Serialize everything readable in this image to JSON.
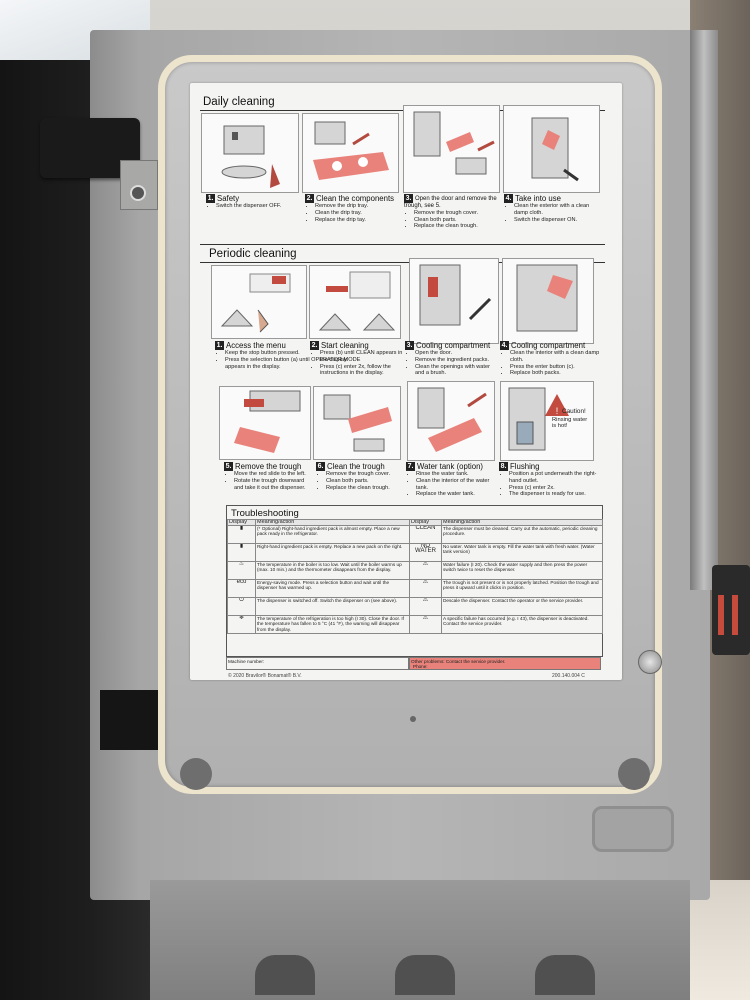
{
  "daily": {
    "heading": "Daily cleaning",
    "steps": [
      {
        "n": "1.",
        "title": "Safety",
        "items": [
          "Switch the dispenser OFF."
        ]
      },
      {
        "n": "2.",
        "title": "Clean the components",
        "items": [
          "Remove the drip tray.",
          "Clean the drip tray.",
          "Replace the drip tay."
        ]
      },
      {
        "n": "3.",
        "title": "Open the door and remove the trough, see 5.",
        "items": [
          "Remove the trough cover.",
          "Clean both parts.",
          "Replace the clean trough."
        ]
      },
      {
        "n": "4.",
        "title": "Take into use",
        "items": [
          "Clean the exterior with a clean damp cloth.",
          "Switch the dispenser ON."
        ]
      }
    ]
  },
  "periodic": {
    "heading": "Periodic cleaning",
    "steps": [
      {
        "n": "1.",
        "title": "Access the menu",
        "items": [
          "Keep the stop button pressed.",
          "Press the selection button (a) until OPERATOR MODE",
          "appears in the display."
        ]
      },
      {
        "n": "2.",
        "title": "Start cleaning",
        "items": [
          "Press (b) until CLEAN appears in the display.",
          "Press (c) enter 2x, follow the instructions in the display."
        ]
      },
      {
        "n": "3.",
        "title": "Cooling compartment",
        "items": [
          "Open the door.",
          "Remove the ingredient packs.",
          "Clean the openings with water and a brush."
        ]
      },
      {
        "n": "4.",
        "title": "Cooling compartment",
        "items": [
          "Clean the interior with a clean damp cloth.",
          "Press the enter button (c).",
          "Replace both packs."
        ]
      },
      {
        "n": "5.",
        "title": "Remove the trough",
        "items": [
          "Move the red slide to the left.",
          "Rotate the trough downward",
          "and take it out the dispenser."
        ]
      },
      {
        "n": "6.",
        "title": "Clean the trough",
        "items": [
          "Remove the trough cover.",
          "Clean both parts.",
          "Replace the clean trough."
        ]
      },
      {
        "n": "7.",
        "title": "Water tank (option)",
        "items": [
          "Rinse the water tank.",
          "Clean the interior of the water tank.",
          "Replace the water tank."
        ]
      },
      {
        "n": "8.",
        "title": "Flushing",
        "items": [
          "Position a pot underneath the right-hand outlet.",
          "Press (c) enter 2x.",
          "The dispenser is ready for use."
        ]
      }
    ],
    "caution": "Caution!",
    "caution_text": "Rinsing water is hot!"
  },
  "troubleshooting": {
    "heading": "Troubleshooting",
    "headers": [
      "Display",
      "Meaning/action",
      "Display",
      "Meaning/action"
    ],
    "rows": [
      {
        "left_icon": "▮",
        "left": "(* Optional) Right-hand ingredient pack is almost empty. Place a new pack ready in the refrigerator.",
        "right_icon": "CLEAN",
        "right": "The dispenser must be cleaned. Carry out the automatic, periodic cleaning procedure."
      },
      {
        "left_icon": "▮",
        "left": "Right-hand ingredient pack is empty. Replace a new pack on the right.",
        "right_icon": "NO WATER",
        "right": "No water. Water tank is empty. Fill the water tank with fresh water. (Water tank version)"
      },
      {
        "left_icon": "♨",
        "left": "The temperature in the boiler is too low. Wait until the boiler warms up (max. 10 min.) and the thermometer disappears from the display.",
        "right_icon": "⚠",
        "right": "Water failure (I 20). Check the water supply and then press the power switch twice to reset the dispenser."
      },
      {
        "left_icon": "eco",
        "left": "Energy-saving mode. Press a selection button and wait until the dispenser has warmed up.",
        "right_icon": "⚠",
        "right": "The trough is not present or is not properly latched. Position the trough and press it upward until it clicks in position."
      },
      {
        "left_icon": "⏻",
        "left": "The dispenser is switched off. Switch the dispenser on (see above).",
        "right_icon": "⚠",
        "right": "Descale the dispenser. Contact the operator or the service provider."
      },
      {
        "left_icon": "❄",
        "left": "The temperature of the refrigeration is too high (I 30). Close the door. If the temperature has fallen to 5 °C (41 °F), the warning will disappear from the display.",
        "right_icon": "⚠",
        "right": "A specific failure has occurred (e.g. I 43), the dispenser is deactivated. Contact the service provider."
      }
    ],
    "machine_number": "Machine number:",
    "other_problems": "Other problems: Contact the service provider.",
    "phone": "Phone:",
    "copyright": "© 2020 Bravilor® Bonamat® B.V.",
    "doc_code": "200.140.004 C"
  },
  "colors": {
    "accent": "#e8827a",
    "gasket": "#ece4cc"
  }
}
